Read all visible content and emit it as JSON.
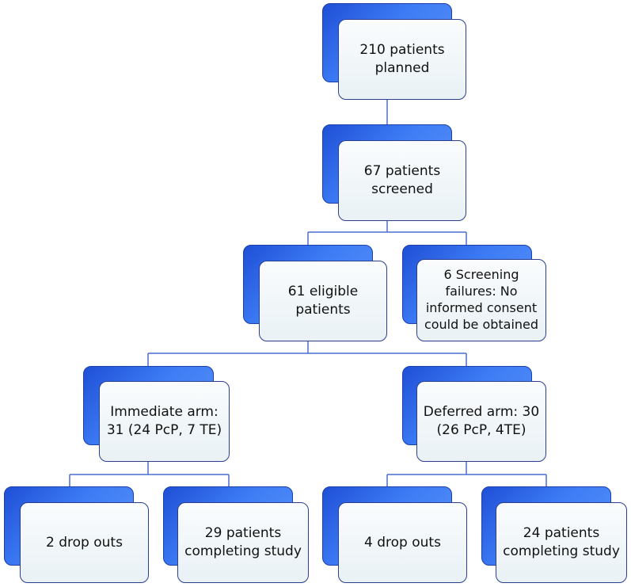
{
  "diagram": {
    "nodes": {
      "planned": "210 patients planned",
      "screened": "67 patients screened",
      "eligible": "61 eligible patients",
      "screening_failures": "6 Screening failures: No informed consent could be obtained",
      "immediate_arm": "Immediate arm: 31 (24 PcP, 7 TE)",
      "deferred_arm": "Deferred arm: 30 (26 PcP, 4TE)",
      "immediate_dropouts": "2 drop outs",
      "immediate_completing": "29 patients completing study",
      "deferred_dropouts": "4 drop outs",
      "deferred_completing": "24 patients completing study"
    },
    "colors": {
      "shadow_blue": "#3d7cf5",
      "card_fill": "#edf3f6",
      "card_border": "#2a3f8f",
      "connector": "#4a6fd0"
    }
  }
}
